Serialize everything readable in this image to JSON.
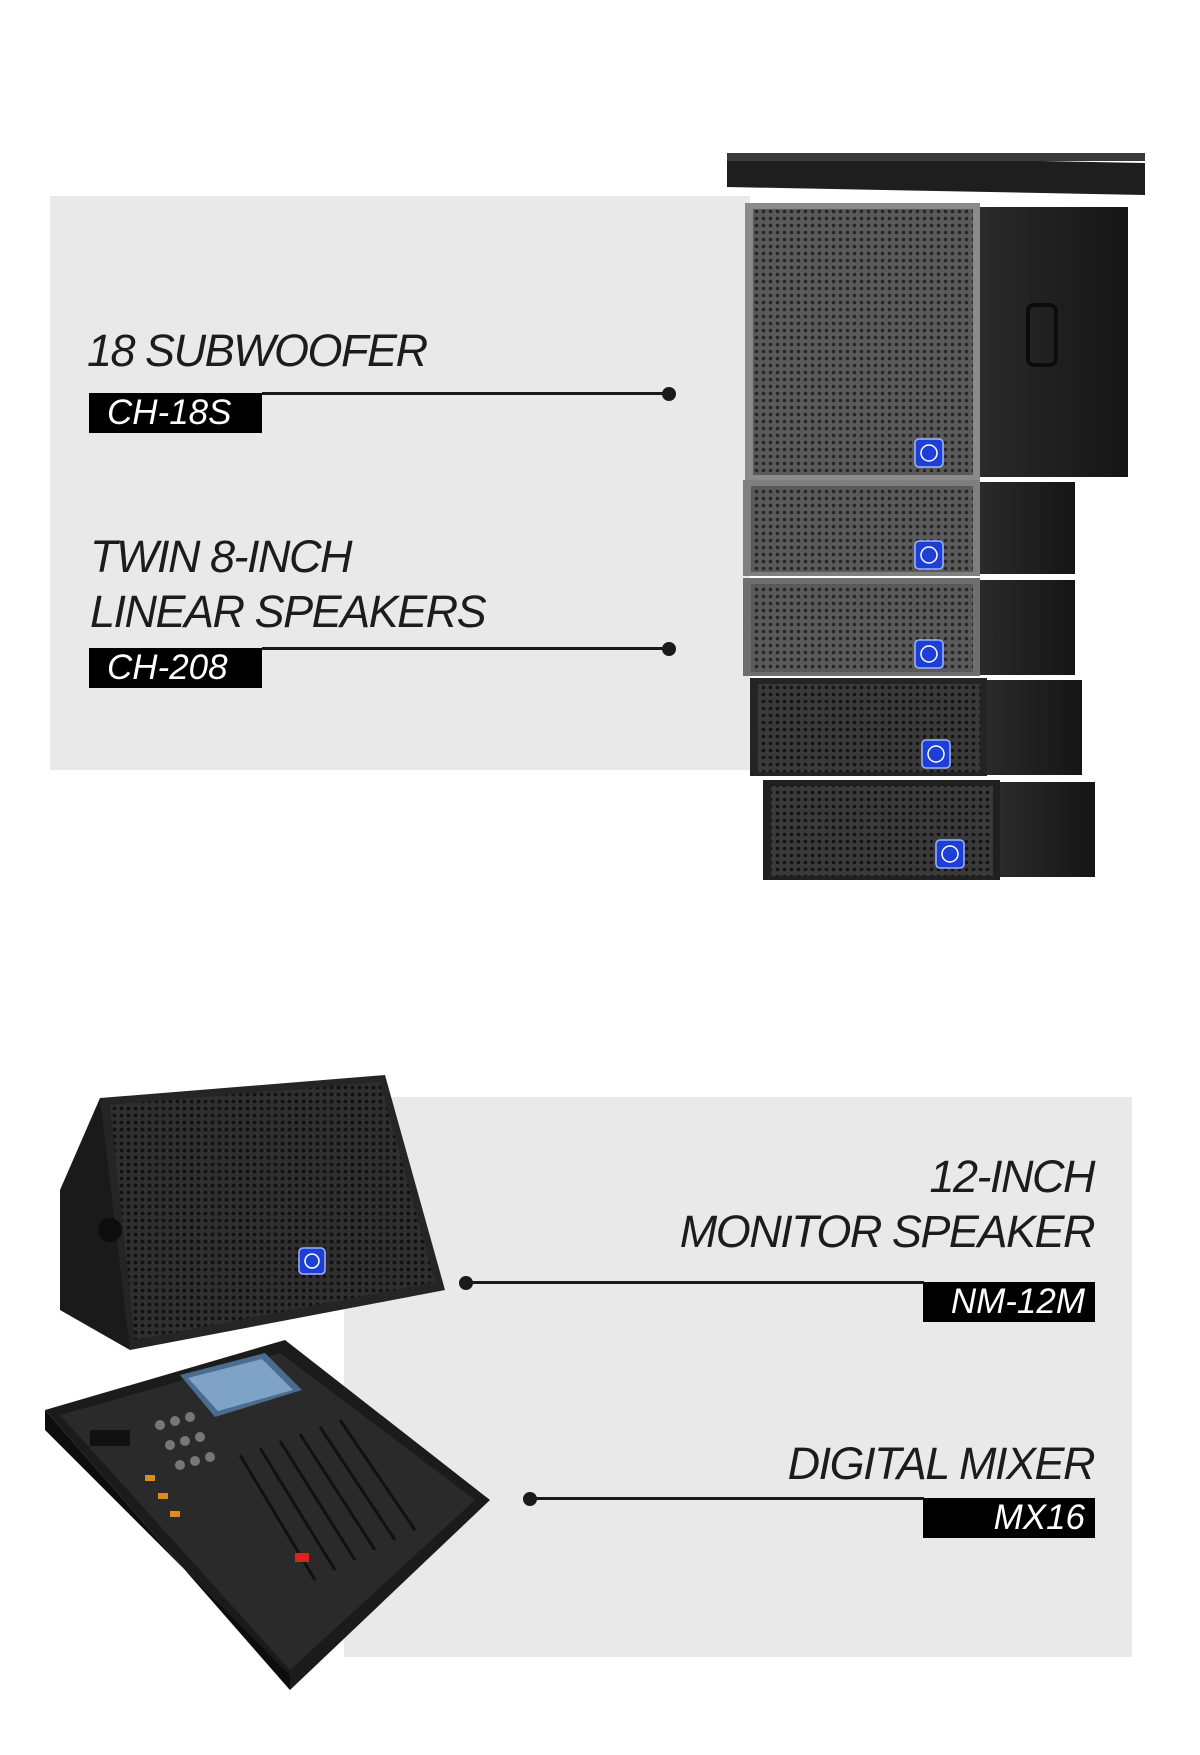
{
  "products": [
    {
      "title_lines": [
        "18 SUBWOOFER"
      ],
      "model": "CH-18S"
    },
    {
      "title_lines": [
        "TWIN 8-INCH",
        "LINEAR SPEAKERS"
      ],
      "model": "CH-208"
    },
    {
      "title_lines": [
        "12-INCH",
        "MONITOR SPEAKER"
      ],
      "model": "NM-12M"
    },
    {
      "title_lines": [
        "DIGITAL MIXER"
      ],
      "model": "MX16"
    }
  ],
  "colors": {
    "panel": "#e9e9e9",
    "badge": "#000000",
    "line": "#1a1a1a",
    "logo": "#1d3fd6"
  },
  "icons": {
    "brand_logo": "brand-logo-icon"
  }
}
